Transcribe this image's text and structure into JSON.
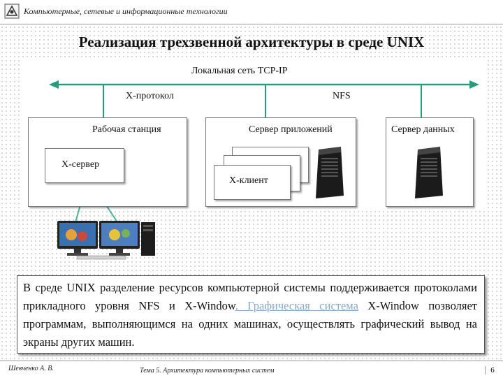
{
  "header": {
    "title": "Компьютерные, сетевые и информационные технологии"
  },
  "slide": {
    "title": "Реализация трехзвенной архитектуры в среде UNIX"
  },
  "diagram": {
    "network_label": "Локальная сеть TCP-IP",
    "x_protocol_label": "Х-протокол",
    "nfs_label": "NFS",
    "workstation_label": "Рабочая станция",
    "x_server_label": "Х-сервер",
    "app_server_label": "Сервер приложений",
    "x_client_label": "Х-клиент",
    "data_server_label": "Сервер данных"
  },
  "info": {
    "part1": "В среде UNIX разделение ресурсов компьютерной системы поддерживается протоколами прикладного уровня NFS и X-Window",
    "link": ". Графическая система",
    "part2": " X-Window позволяет программам, выполняющимся на одних машинах, осуществлять графический вывод на экраны других машин."
  },
  "footer": {
    "author": "Шевченко А. В.",
    "topic": "Тема 5. Архитектура компьютерных систем",
    "page": "6"
  },
  "colors": {
    "network_line": "#2a9a7e",
    "connector": "#46b39a"
  }
}
